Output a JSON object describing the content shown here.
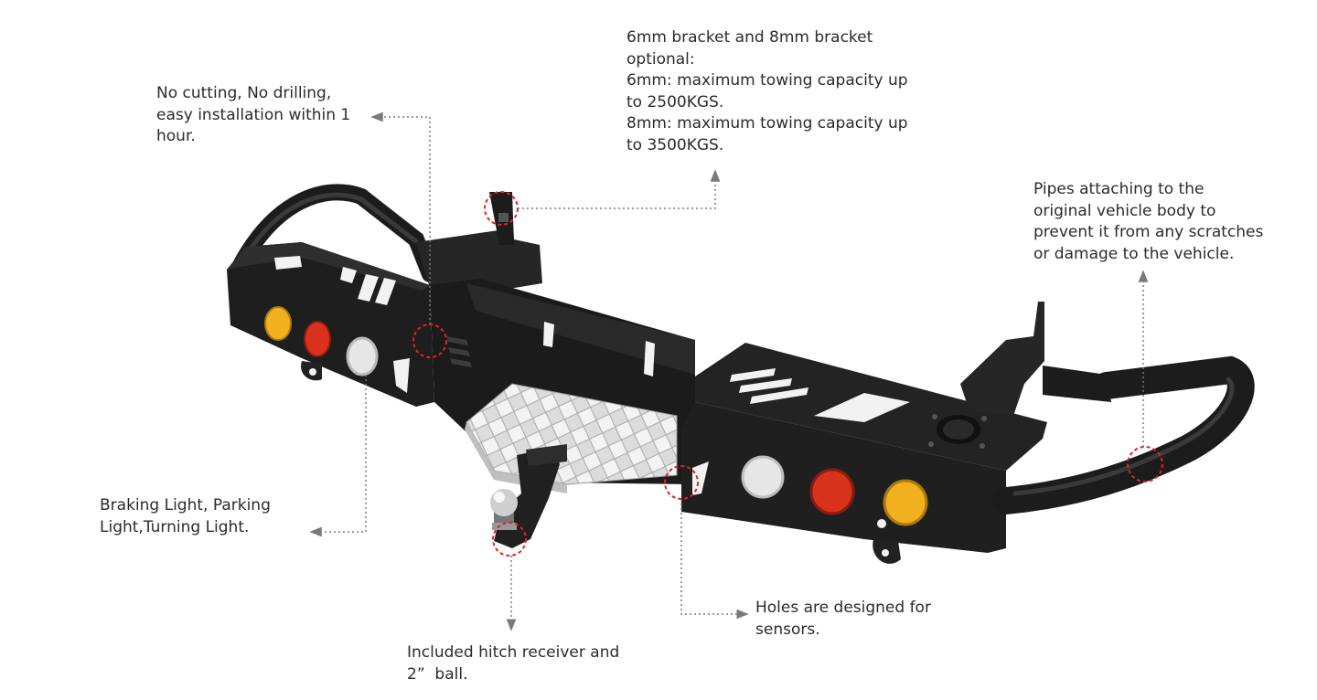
{
  "colors": {
    "text": "#2b2b2b",
    "leader": "#7a7a7a",
    "highlight": "#d9262b",
    "body": "#1f1f1f",
    "amber": "#f2b01e",
    "red": "#d8321c",
    "white": "#e6e6e6",
    "plate": "#d9d9d9"
  },
  "callouts": {
    "install": {
      "lines": [
        "No cutting, No drilling,",
        "easy installation within 1",
        "hour."
      ]
    },
    "bracket": {
      "lines": [
        "6mm bracket and 8mm bracket",
        "optional:",
        "6mm: maximum towing capacity up",
        "to 2500KGS.",
        "8mm: maximum towing capacity up",
        "to 3500KGS."
      ]
    },
    "pipes": {
      "lines": [
        "Pipes attaching to the",
        "original vehicle body to",
        "prevent it from any scratches",
        "or damage to the vehicle."
      ]
    },
    "lights": {
      "lines": [
        "Braking Light, Parking",
        "Light,Turning Light."
      ]
    },
    "hitch": {
      "lines": [
        "Included hitch receiver and",
        "2”  ball."
      ]
    },
    "sensors": {
      "lines": [
        "Holes  are  designed for",
        "sensors."
      ]
    }
  }
}
